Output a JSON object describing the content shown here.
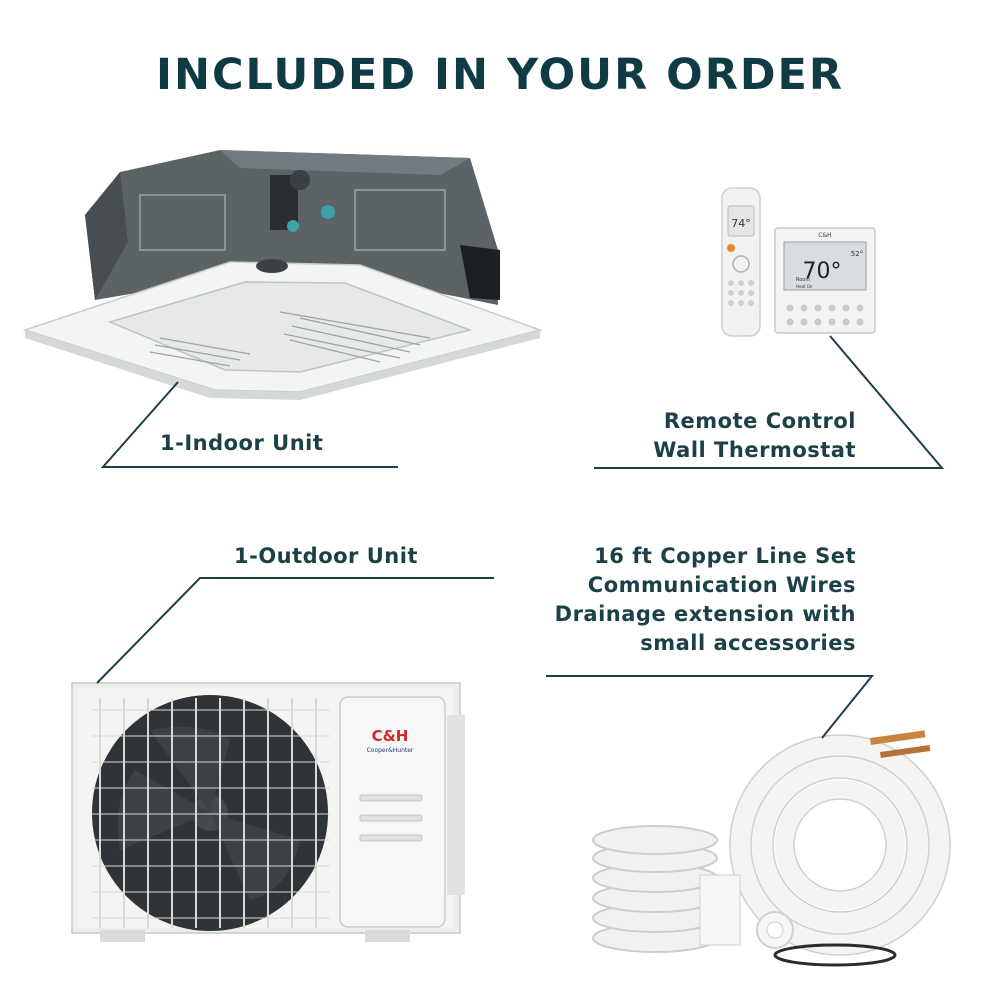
{
  "title": "INCLUDED IN YOUR ORDER",
  "items": {
    "indoor": "1-Indoor Unit",
    "controls": [
      "Remote Control",
      "Wall Thermostat"
    ],
    "outdoor": "1-Outdoor Unit",
    "lineset": [
      "16 ft Copper Line Set",
      "Communication Wires",
      "Drainage extension with",
      "small accessories"
    ]
  },
  "device_text": {
    "remote_display": "74°",
    "thermostat_temp": "70°",
    "thermostat_setpoint": "52°",
    "thermostat_room": "Room",
    "thermostat_mode": "Heat On",
    "brand_mark": "C&H",
    "brand_name": "Cooper&Hunter"
  },
  "colors": {
    "heading": "#0f3b44",
    "label": "#1b4048",
    "leader_line": "#1b4048",
    "brand_red": "#d0262e"
  }
}
